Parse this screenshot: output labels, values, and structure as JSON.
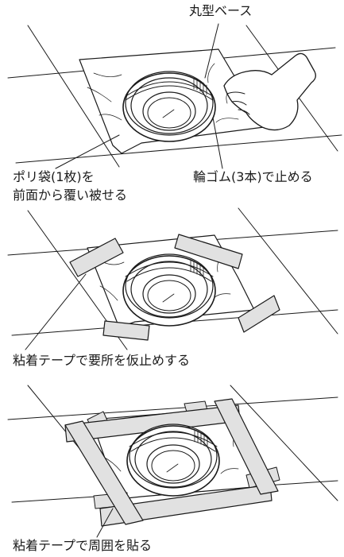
{
  "step1": {
    "label_base": "丸型ベース",
    "label_bag_line1": "ポリ袋(1枚)を",
    "label_bag_line2": "前面から覆い被せる",
    "label_rubber": "輪ゴム(3本)で止める"
  },
  "step2": {
    "label_tape_temp": "粘着テープで要所を仮止めする"
  },
  "step3": {
    "label_tape_all": "粘着テープで周囲を貼る"
  },
  "colors": {
    "line": "#1a1a1a",
    "tape_fill": "#e1e1e1",
    "bag_fill": "#ffffff"
  }
}
